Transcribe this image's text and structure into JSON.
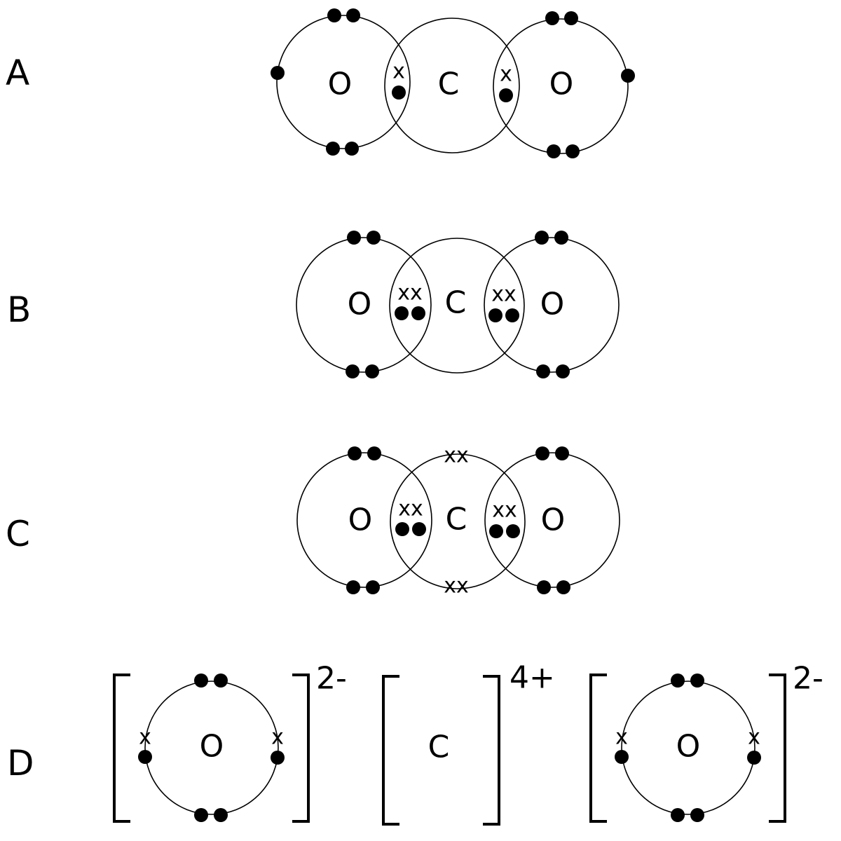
{
  "diagram": {
    "description": "Dot-and-cross diagrams of CO2 bonding options",
    "ink_color": "#000000",
    "background": "#ffffff"
  },
  "options": [
    {
      "label": "A",
      "type": "covalent",
      "atoms": [
        "O",
        "C",
        "O"
      ],
      "shared_pairs_per_bond": 1
    },
    {
      "label": "B",
      "type": "covalent",
      "atoms": [
        "O",
        "C",
        "O"
      ],
      "shared_pairs_per_bond": 2
    },
    {
      "label": "C",
      "type": "covalent",
      "atoms": [
        "O",
        "C",
        "O"
      ],
      "shared_pairs_per_bond": 2,
      "carbon_lone_pairs": 2
    },
    {
      "label": "D",
      "type": "ionic",
      "ions": [
        {
          "symbol": "O",
          "charge": "2-"
        },
        {
          "symbol": "C",
          "charge": "4+"
        },
        {
          "symbol": "O",
          "charge": "2-"
        }
      ]
    }
  ],
  "glyphs": {
    "cross": "x",
    "cross_pair": "xx"
  }
}
